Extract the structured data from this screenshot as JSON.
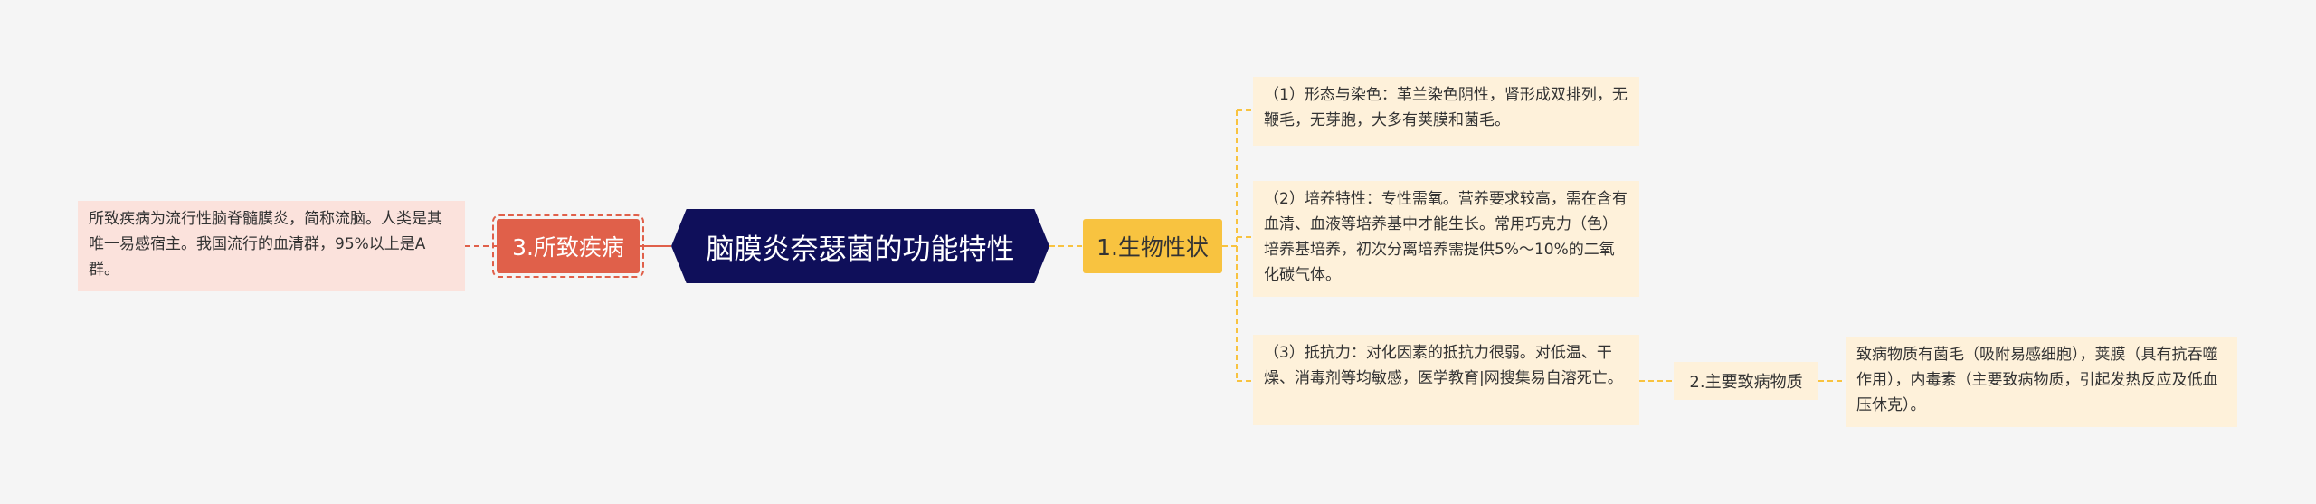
{
  "center": {
    "label": "脑膜炎奈瑟菌的功能特性"
  },
  "branch_right": {
    "label": "1.生物性状",
    "items": [
      {
        "text": "（1）形态与染色：革兰染色阴性，肾形成双排列，无鞭毛，无芽胞，大多有荚膜和菌毛。"
      },
      {
        "text": "（2）培养特性：专性需氧。营养要求较高，需在含有血清、血液等培养基中才能生长。常用巧克力（色）培养基培养，初次分离培养需提供5%～10%的二氧化碳气体。"
      },
      {
        "text": "（3）抵抗力：对化因素的抵抗力很弱。对低温、干燥、消毒剂等均敏感，医学教育|网搜集易自溶死亡。"
      }
    ]
  },
  "branch_sub": {
    "label": "2.主要致病物质",
    "detail": "致病物质有菌毛（吸附易感细胞），荚膜（具有抗吞噬作用），内毒素（主要致病物质，引起发热反应及低血压休克）。"
  },
  "branch_left": {
    "label": "3.所致疾病",
    "detail": "所致疾病为流行性脑脊髓膜炎，简称流脑。人类是其唯一易感宿主。我国流行的血清群，95%以上是A群。"
  },
  "colors": {
    "center_bg": "#0f0f5a",
    "right_branch": "#f8c340",
    "left_branch": "#e0604a",
    "leaf_bg": "#fef1da",
    "leaf_pink_bg": "#fbe2dc",
    "connector_right": "#f8c340",
    "connector_left": "#e0604a"
  }
}
